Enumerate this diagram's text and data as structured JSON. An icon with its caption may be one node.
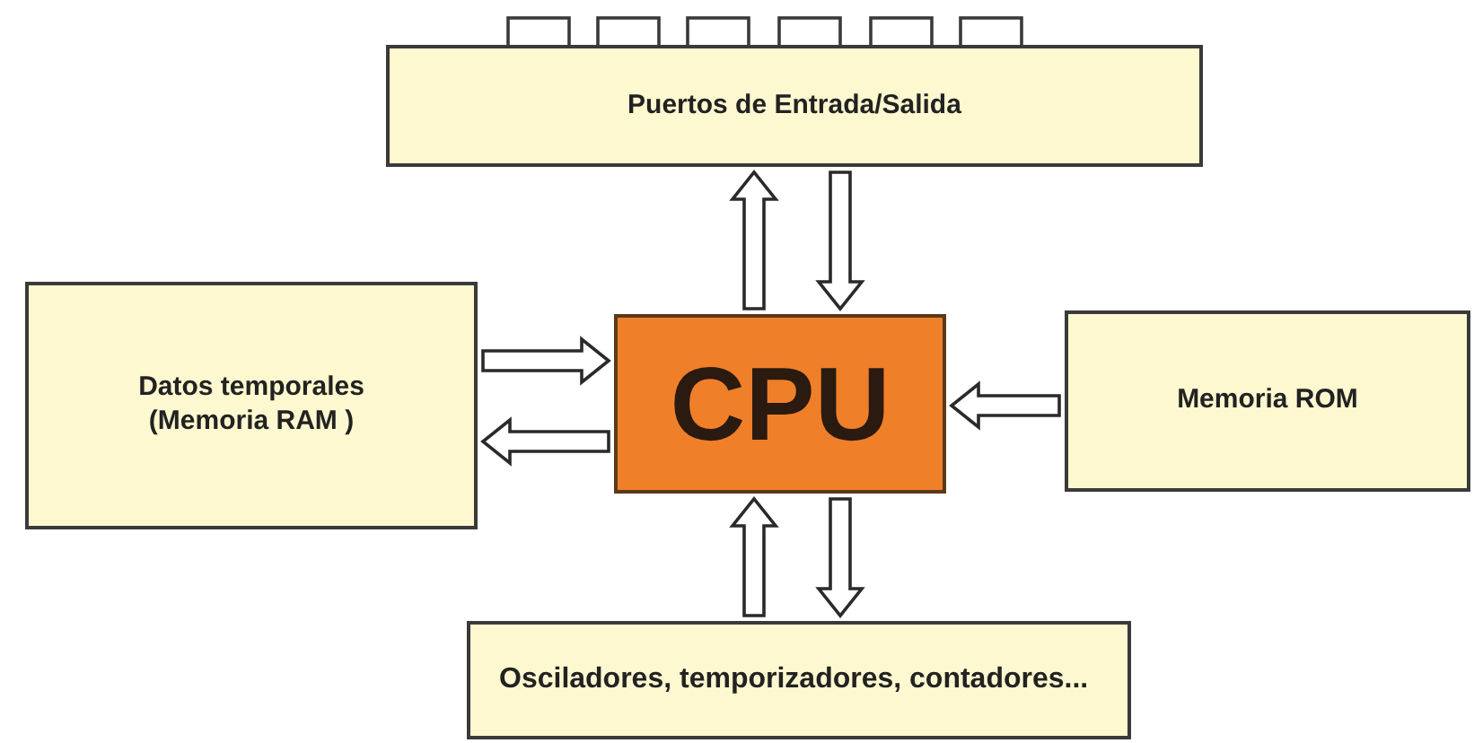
{
  "diagram": {
    "nodes": [
      {
        "text": [
          "Puertos de Entrada/Salida"
        ]
      },
      {
        "text": [
          "Datos temporales (Memoria RAM )"
        ]
      },
      {
        "text": [
          "CPU"
        ]
      },
      {
        "text": [
          "Memoria ROM"
        ]
      },
      {
        "text": [
          "Osciladores, temporizadores, contadores..."
        ]
      }
    ],
    "edges": [
      {
        "from": 2,
        "to": 0,
        "arrow": "to"
      },
      {
        "from": 0,
        "to": 2,
        "arrow": "to"
      },
      {
        "from": 1,
        "to": 2,
        "arrow": "to"
      },
      {
        "from": 2,
        "to": 1,
        "arrow": "to"
      },
      {
        "from": 3,
        "to": 2,
        "arrow": "to"
      },
      {
        "from": 4,
        "to": 2,
        "arrow": "to"
      },
      {
        "from": 2,
        "to": 4,
        "arrow": "to"
      }
    ]
  }
}
